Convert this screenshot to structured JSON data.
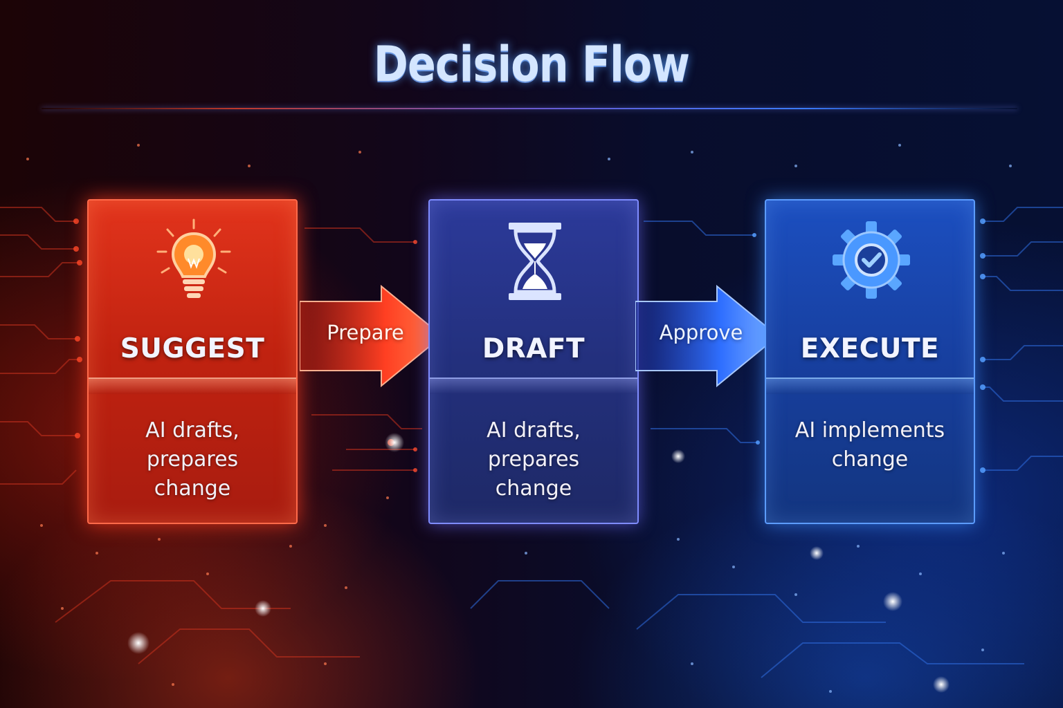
{
  "title": "Decision Flow",
  "steps": [
    {
      "label": "SUGGEST",
      "icon": "lightbulb-icon",
      "color": "#d92b16",
      "description": [
        "AI drafts,",
        "prepares",
        "change"
      ]
    },
    {
      "label": "DRAFT",
      "icon": "hourglass-icon",
      "color": "#26337f",
      "description": [
        "AI drafts,",
        "prepares",
        "change"
      ]
    },
    {
      "label": "EXECUTE",
      "icon": "gear-check-icon",
      "color": "#1a47ad",
      "description": [
        "AI implements",
        "change"
      ]
    }
  ],
  "transitions": [
    {
      "label": "Prepare",
      "from": "SUGGEST",
      "to": "DRAFT",
      "color": "#ff4a26"
    },
    {
      "label": "Approve",
      "from": "DRAFT",
      "to": "EXECUTE",
      "color": "#2f6fff"
    }
  ]
}
